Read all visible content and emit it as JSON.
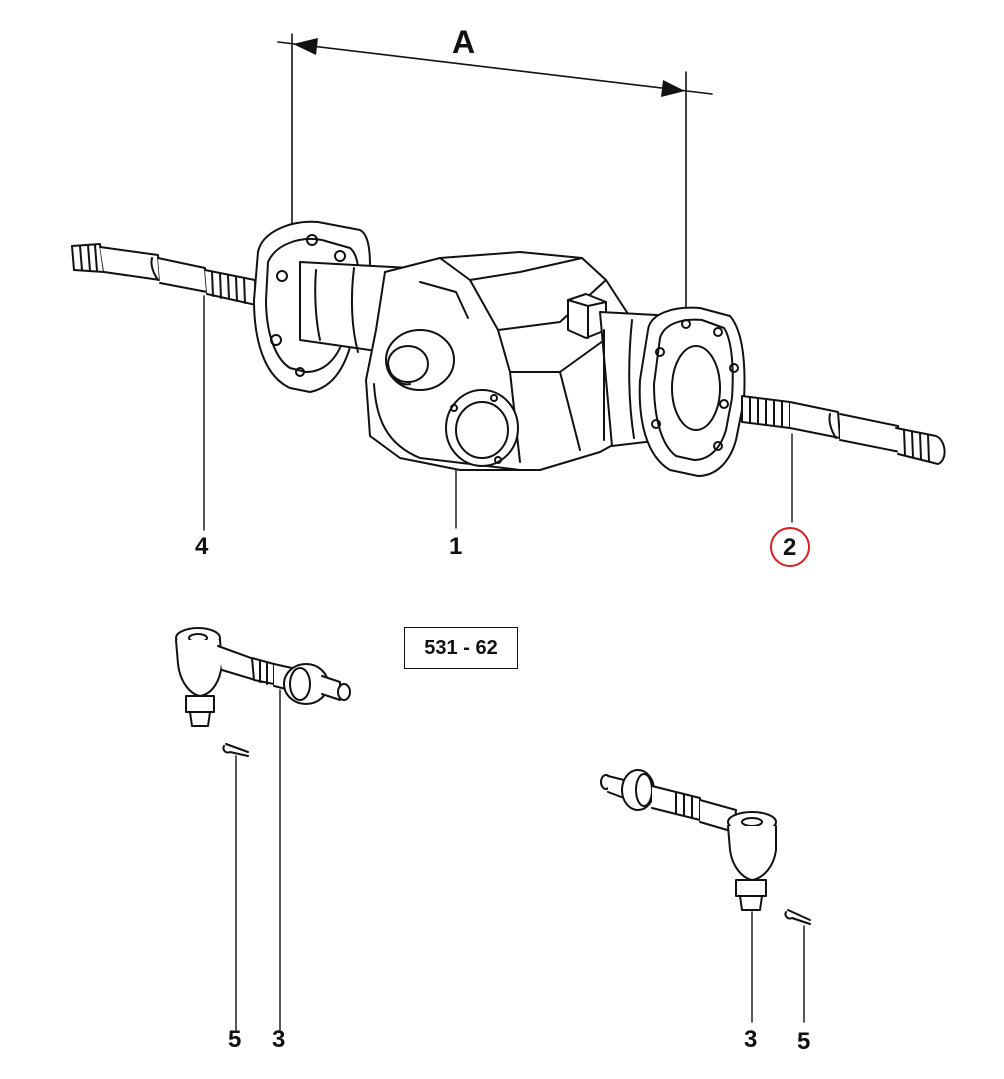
{
  "diagram": {
    "dimension_label": "A",
    "reference_code": "531 - 62",
    "callouts": {
      "axle_housing": "1",
      "right_axle_shaft": "2",
      "tie_rod_left": "3",
      "tie_rod_right": "3",
      "left_axle_shaft": "4",
      "cotter_pin_left": "5",
      "cotter_pin_right": "5"
    },
    "highlighted_callout": "2",
    "highlight_color": "#d61f1f"
  }
}
